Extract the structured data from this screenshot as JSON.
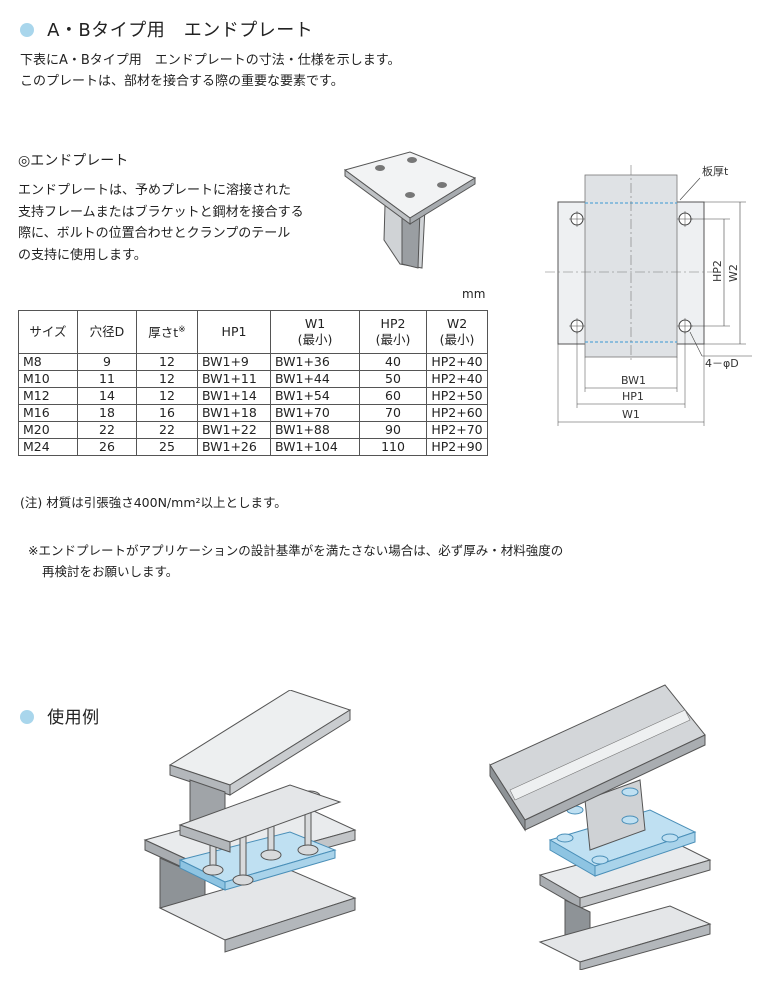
{
  "page": {
    "title": "A・Bタイプ用　エンドプレート",
    "intro": [
      "下表にA・Bタイプ用　エンドプレートの寸法・仕様を示します。",
      "このプレートは、部材を接合する際の重要な要素です。"
    ],
    "section_title": "◎エンドプレート",
    "section_body": [
      "エンドプレートは、予めプレートに溶接された",
      "支持フレームまたはブラケットと鋼材を接合する",
      "際に、ボルトの位置合わせとクランプのテール",
      "の支持に使用します。"
    ],
    "unit": "mm",
    "note1": "(注) 材質は引張強さ400N/mm²以上とします。",
    "note2": [
      "※エンドプレートがアプリケーションの設計基準がを満たさない場合は、必ず厚み・材料強度の",
      "再検討をお願いします。"
    ],
    "usage_title": "使用例"
  },
  "table": {
    "headers": [
      {
        "l1": "サイズ",
        "l2": ""
      },
      {
        "l1": "穴径D",
        "l2": ""
      },
      {
        "l1": "厚さt",
        "l2": "",
        "sup": "※"
      },
      {
        "l1": "HP1",
        "l2": ""
      },
      {
        "l1": "W1",
        "l2": "(最小)"
      },
      {
        "l1": "HP2",
        "l2": "(最小)"
      },
      {
        "l1": "W2",
        "l2": "(最小)"
      }
    ],
    "rows": [
      [
        "M8",
        "9",
        "12",
        "BW1+9",
        "BW1+36",
        "40",
        "HP2+40"
      ],
      [
        "M10",
        "11",
        "12",
        "BW1+11",
        "BW1+44",
        "50",
        "HP2+40"
      ],
      [
        "M12",
        "14",
        "12",
        "BW1+14",
        "BW1+54",
        "60",
        "HP2+50"
      ],
      [
        "M16",
        "18",
        "16",
        "BW1+18",
        "BW1+70",
        "70",
        "HP2+60"
      ],
      [
        "M20",
        "22",
        "22",
        "BW1+22",
        "BW1+88",
        "90",
        "HP2+70"
      ],
      [
        "M24",
        "26",
        "25",
        "BW1+26",
        "BW1+104",
        "110",
        "HP2+90"
      ]
    ]
  },
  "diagram": {
    "label_t": "板厚t",
    "label_hp2": "HP2",
    "label_w2": "W2",
    "label_bw1": "BW1",
    "label_hp1": "HP1",
    "label_w1": "W1",
    "label_hole": "4－φD"
  },
  "colors": {
    "accent": "#a9d6ec",
    "plate": "#bfe0f2",
    "steel": "#c9cccf",
    "steel_dark": "#8e9397"
  }
}
